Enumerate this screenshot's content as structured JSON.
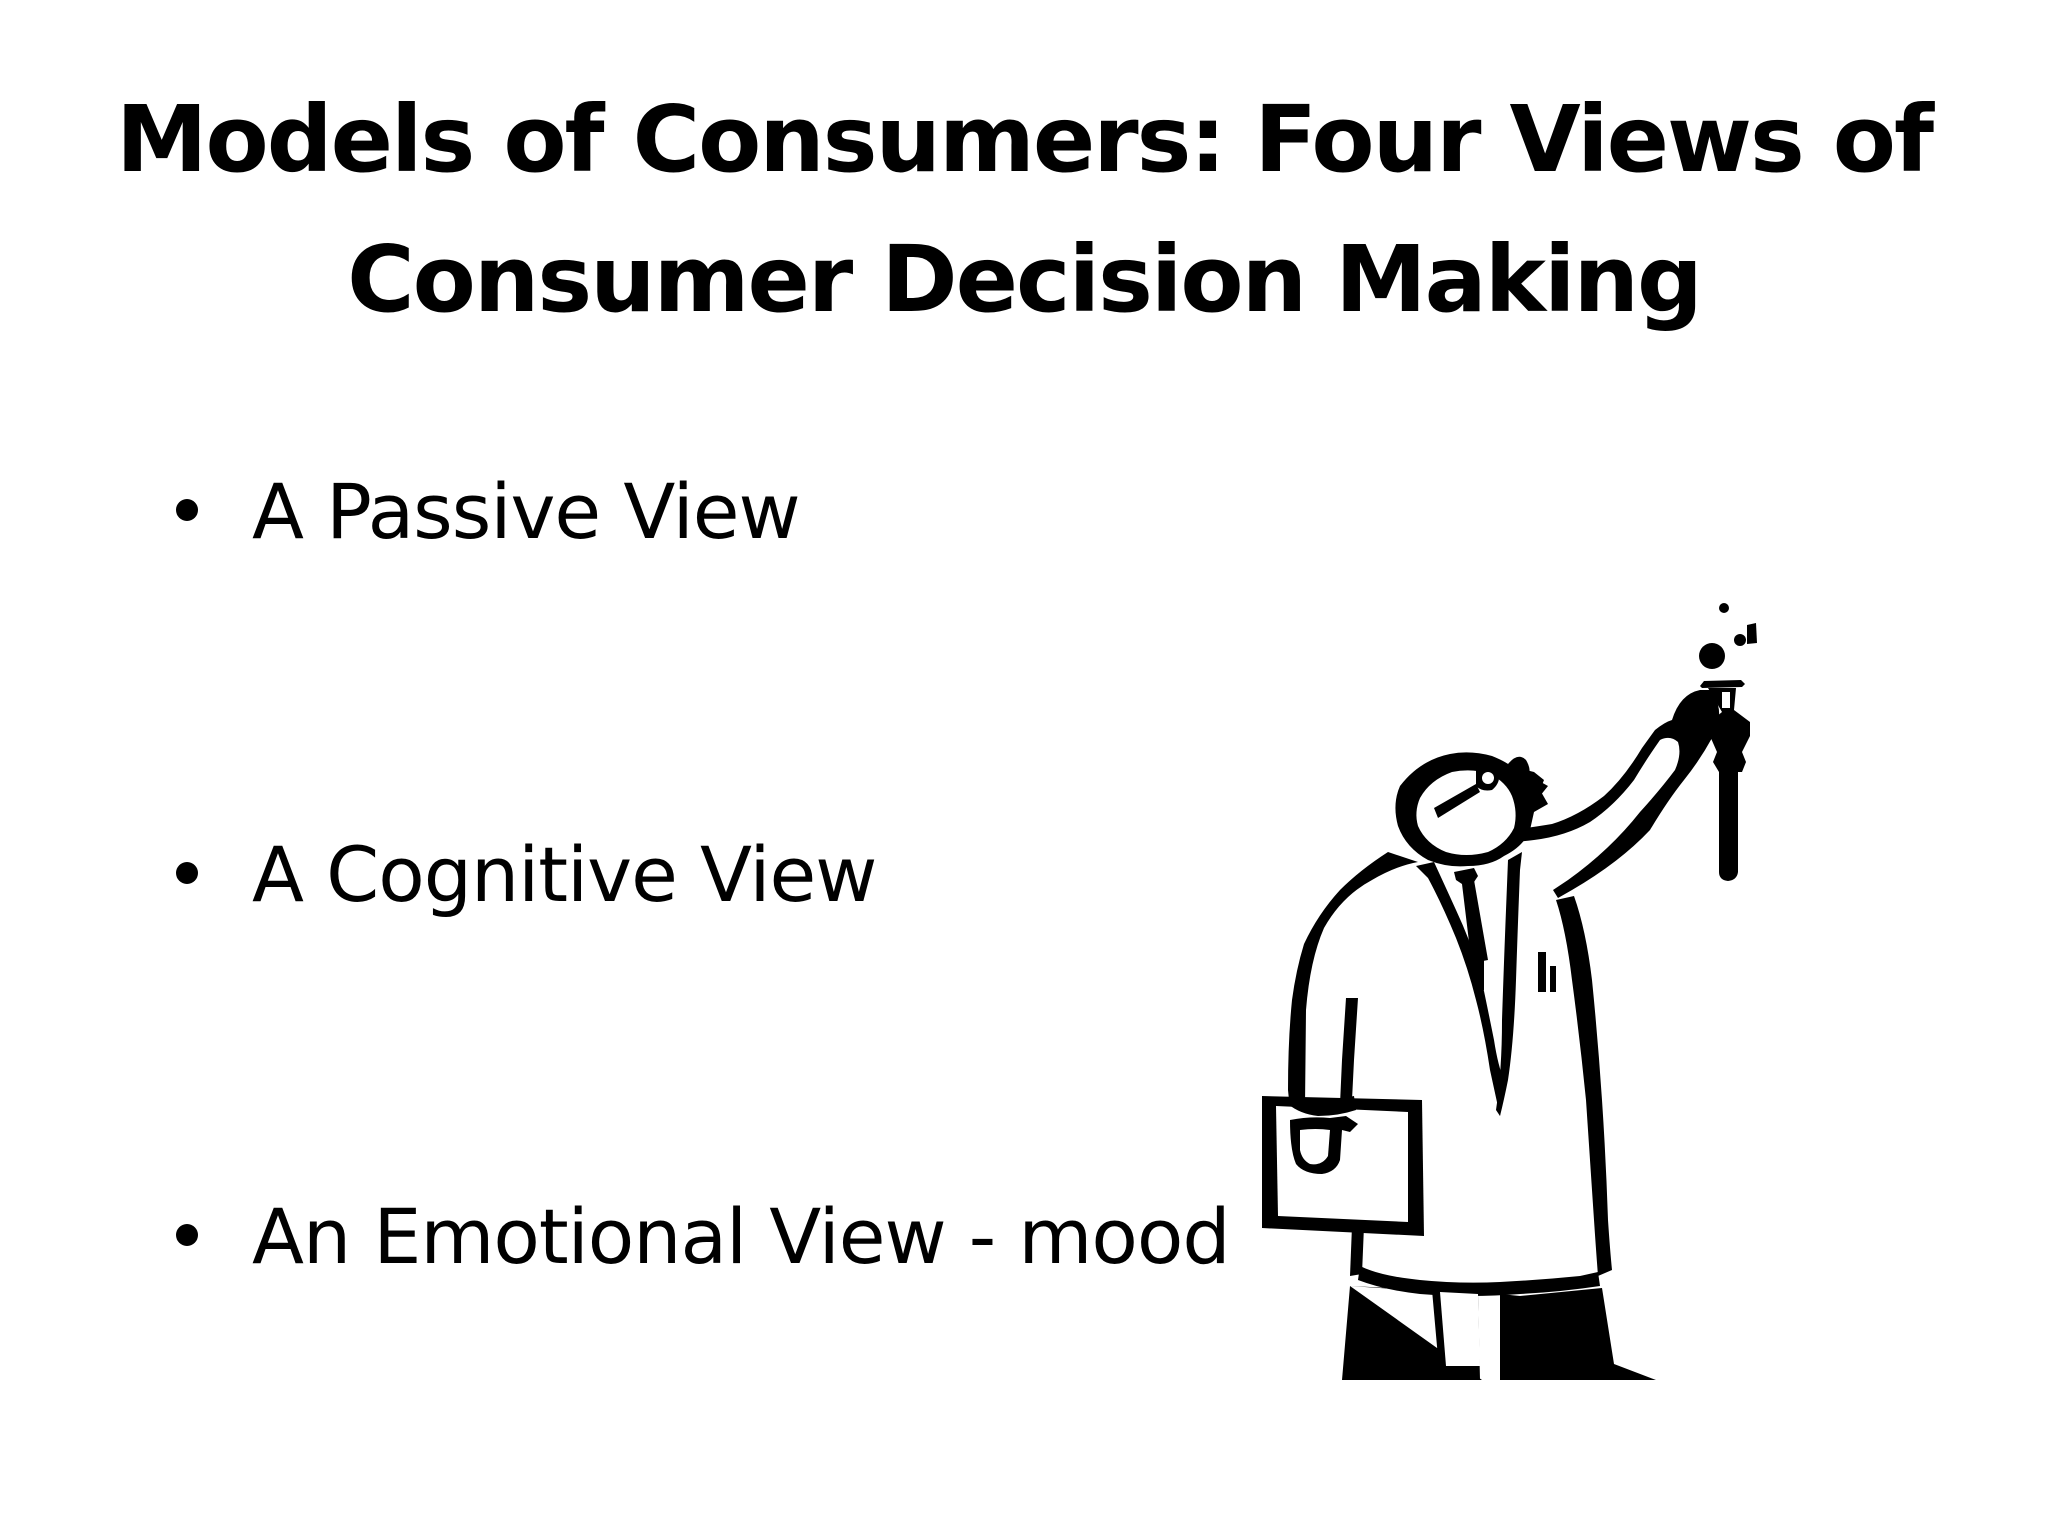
{
  "slide": {
    "title": "Models of Consumers: Four Views of Consumer Decision Making",
    "bullets": [
      {
        "text": "A Passive View"
      },
      {
        "text": "A Cognitive View"
      },
      {
        "text": "An Emotional View - mood"
      }
    ],
    "clipart": {
      "icon": "scientist-with-flask-icon"
    }
  }
}
